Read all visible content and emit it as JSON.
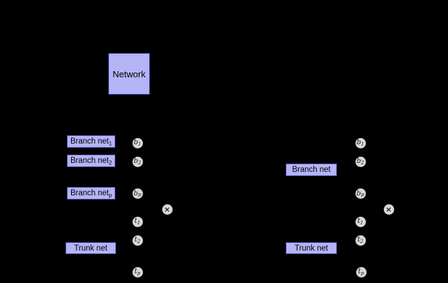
{
  "colors": {
    "background": "#000000",
    "box_fill": "#b4b4f6",
    "box_border": "#5a5ac0",
    "node_fill": "#d8d8d8",
    "label_text": "#000000"
  },
  "network_panel": {
    "box_label": "Network"
  },
  "stacked_panel": {
    "branch_boxes": [
      {
        "base": "Branch net",
        "sub": "1"
      },
      {
        "base": "Branch net",
        "sub": "2"
      },
      {
        "base": "Branch net",
        "sub": "p"
      }
    ],
    "branch_nodes": [
      {
        "base": "b",
        "sub": "1"
      },
      {
        "base": "b",
        "sub": "2"
      },
      {
        "base": "b",
        "sub": "p"
      }
    ],
    "multiply": "×",
    "trunk_nodes": [
      {
        "base": "t",
        "sub": "1"
      },
      {
        "base": "t",
        "sub": "2"
      },
      {
        "base": "t",
        "sub": "p"
      }
    ],
    "trunk_box": "Trunk net"
  },
  "unstacked_panel": {
    "branch_box": "Branch net",
    "branch_nodes": [
      {
        "base": "b",
        "sub": "1"
      },
      {
        "base": "b",
        "sub": "2"
      },
      {
        "base": "b",
        "sub": "p"
      }
    ],
    "multiply": "×",
    "trunk_nodes": [
      {
        "base": "t",
        "sub": "1"
      },
      {
        "base": "t",
        "sub": "2"
      },
      {
        "base": "t",
        "sub": "p"
      }
    ],
    "trunk_box": "Trunk net"
  }
}
